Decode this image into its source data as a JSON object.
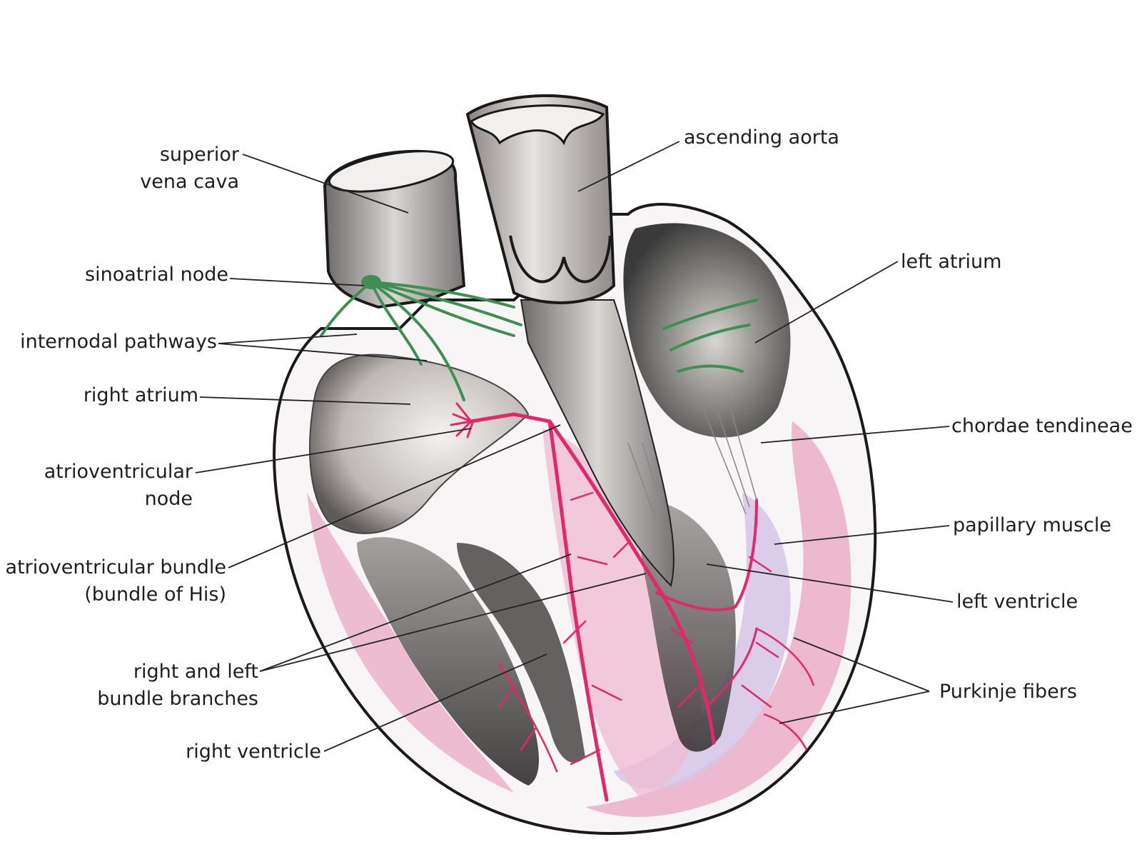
{
  "labels": {
    "superior_vena_cava": [
      "superior",
      "vena cava"
    ],
    "sinoatrial_node": "sinoatrial node",
    "internodal_pathways": "internodal pathways",
    "right_atrium": "right atrium",
    "atrioventricular_node": [
      "atrioventricular",
      "node"
    ],
    "av_bundle": [
      "atrioventricular bundle",
      "(bundle of His)"
    ],
    "bundle_branches": [
      "right and left",
      "bundle branches"
    ],
    "right_ventricle": "right ventricle",
    "ascending_aorta": "ascending aorta",
    "left_atrium": "left atrium",
    "chordae_tendineae": "chordae tendineae",
    "papillary_muscle": "papillary muscle",
    "left_ventricle": "left ventricle",
    "purkinje_fibers": "Purkinje fibers"
  },
  "colors": {
    "sa_pathways": "#3f8f52",
    "conduction": "#e0286a",
    "myocardium_pink": "#e9a4c2",
    "ventricle_lavender": "#d6c6e6",
    "outline": "#1a1a1a",
    "leader": "#222222"
  }
}
